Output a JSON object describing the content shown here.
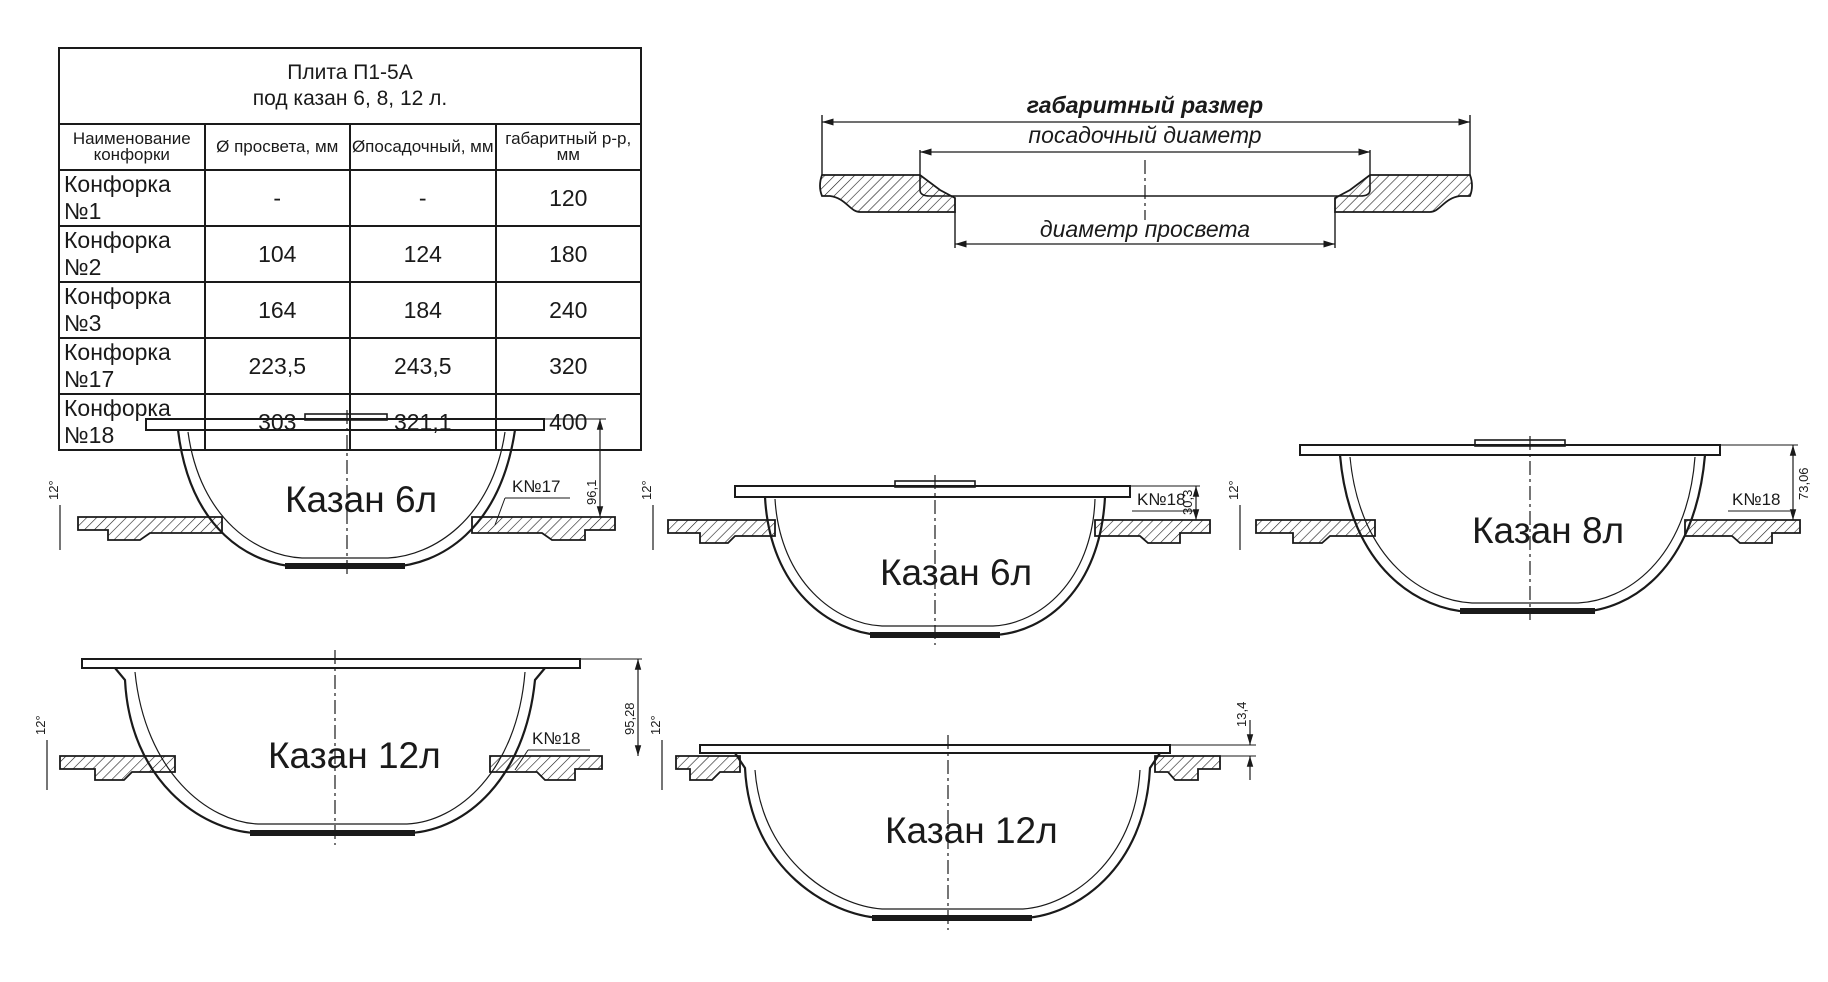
{
  "table": {
    "title_line1": "Плита П1-5А",
    "title_line2": "под казан 6, 8, 12 л.",
    "headers": [
      "Наименование конфорки",
      "Ø просвета, мм",
      "Øпосадочный, мм",
      "габаритный р-р, мм"
    ],
    "rows": [
      {
        "name": "Конфорка №1",
        "clear": "-",
        "seat": "-",
        "overall": "120"
      },
      {
        "name": "Конфорка №2",
        "clear": "104",
        "seat": "124",
        "overall": "180"
      },
      {
        "name": "Конфорка №3",
        "clear": "164",
        "seat": "184",
        "overall": "240"
      },
      {
        "name": "Конфорка №17",
        "clear": "223,5",
        "seat": "243,5",
        "overall": "320"
      },
      {
        "name": "Конфорка №18",
        "clear": "303",
        "seat": "321,1",
        "overall": "400"
      }
    ]
  },
  "legend": {
    "overall": "габаритный размер",
    "seat": "посадочный диаметр",
    "clear": "диаметр просвета"
  },
  "pots": {
    "p1": {
      "name": "Казан 6л",
      "ring": "K№17",
      "height": "96,1",
      "angle": "12°"
    },
    "p2": {
      "name": "Казан 6л",
      "ring": "K№18",
      "height": "30,3",
      "angle": "12°"
    },
    "p3": {
      "name": "Казан 8л",
      "ring": "K№18",
      "height": "73,06",
      "angle": "12°"
    },
    "p4": {
      "name": "Казан 12л",
      "ring": "K№18",
      "height": "95,28",
      "angle": "12°"
    },
    "p5": {
      "name": "Казан 12л",
      "height": "13,4",
      "angle": "12°"
    }
  }
}
